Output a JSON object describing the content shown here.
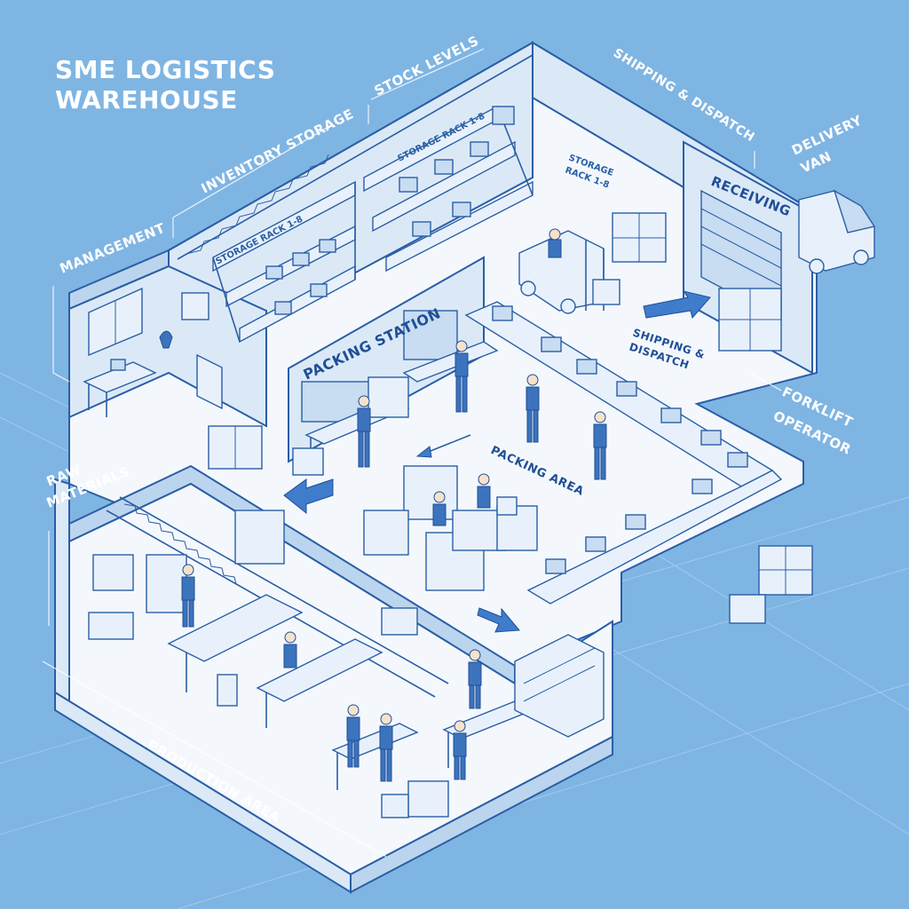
{
  "title": {
    "line1": "SME LOGISTICS",
    "line2": "WAREHOUSE"
  },
  "labels": {
    "management": "MANAGEMENT",
    "inventory_storage": "INVENTORY STORAGE",
    "stock_levels": "STOCK LEVELS",
    "shipping_dispatch_top": "SHIPPING & DISPATCH",
    "delivery_van_1": "DELIVERY",
    "delivery_van_2": "VAN",
    "receiving": "RECEIVING",
    "storage_rack_left": "STORAGE RACK 1-8",
    "storage_rack_mid": "STORAGE RACK 1-8",
    "storage_rack_sign_1": "STORAGE",
    "storage_rack_sign_2": "RACK 1-8",
    "packing_station": "PACKING STATION",
    "shipping_dispatch_floor_1": "SHIPPING &",
    "shipping_dispatch_floor_2": "DISPATCH",
    "forklift_operator_1": "FORKLIFT",
    "forklift_operator_2": "OPERATOR",
    "packing_area": "PACKING AREA",
    "raw_materials_1": "RAW",
    "raw_materials_2": "MATERIALS",
    "production_area": "PRODUCTION AREA"
  },
  "colors": {
    "background": "#7fb5e3",
    "line": "#2a5ea6",
    "floor": "#f4f8fd",
    "accent": "#3f7ccc"
  }
}
